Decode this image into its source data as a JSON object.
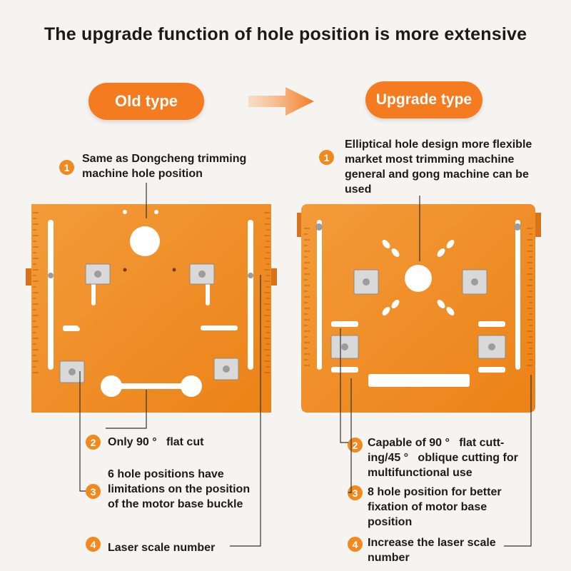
{
  "headline": "The upgrade function of hole position is more extensive",
  "old_type": {
    "label": "Old type",
    "notes": [
      {
        "num": "1",
        "text": "Same as Dongcheng trimming machine hole position"
      },
      {
        "num": "2",
        "text": "Only 90 °   flat cut"
      },
      {
        "num": "3",
        "text": "6 hole positions have limitations on the position of the motor base buckle"
      },
      {
        "num": "4",
        "text": "Laser scale number"
      }
    ]
  },
  "upgrade_type": {
    "label": "Upgrade type",
    "notes": [
      {
        "num": "1",
        "text": "Elliptical hole design more flexible market most trimming machine general and gong machine can be used"
      },
      {
        "num": "2",
        "text": "Capable of 90 °   flat cutt-ing/45 °   oblique cutting for multifunctional use"
      },
      {
        "num": "3",
        "text": "8 hole position for better fixation of motor base position"
      },
      {
        "num": "4",
        "text": "Increase the laser scale number"
      }
    ]
  },
  "colors": {
    "plate": "#f08a1e",
    "plate_edge": "#d9731a",
    "pill": "#f47b20",
    "badge": "#f08a1e",
    "background": "#f6f4f1"
  },
  "icons": {
    "arrow": "arrow-right-icon",
    "badge": "number-circle-icon"
  }
}
